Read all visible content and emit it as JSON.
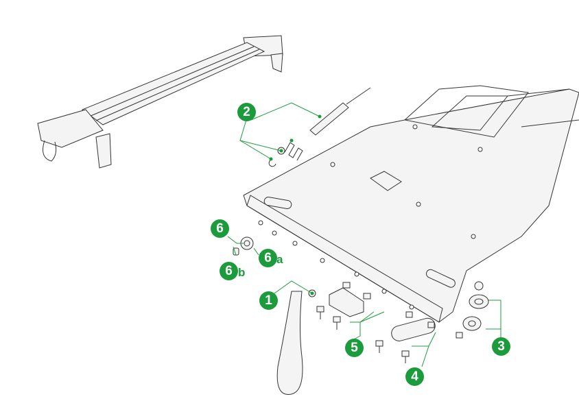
{
  "callouts": {
    "c1": "1",
    "c2": "2",
    "c3": "3",
    "c4": "4",
    "c5": "5",
    "c6": "6",
    "c6a": "6",
    "c6a_suffix": "a",
    "c6b": "6",
    "c6b_suffix": "b"
  },
  "colors": {
    "callout": "#1c9b3c"
  }
}
